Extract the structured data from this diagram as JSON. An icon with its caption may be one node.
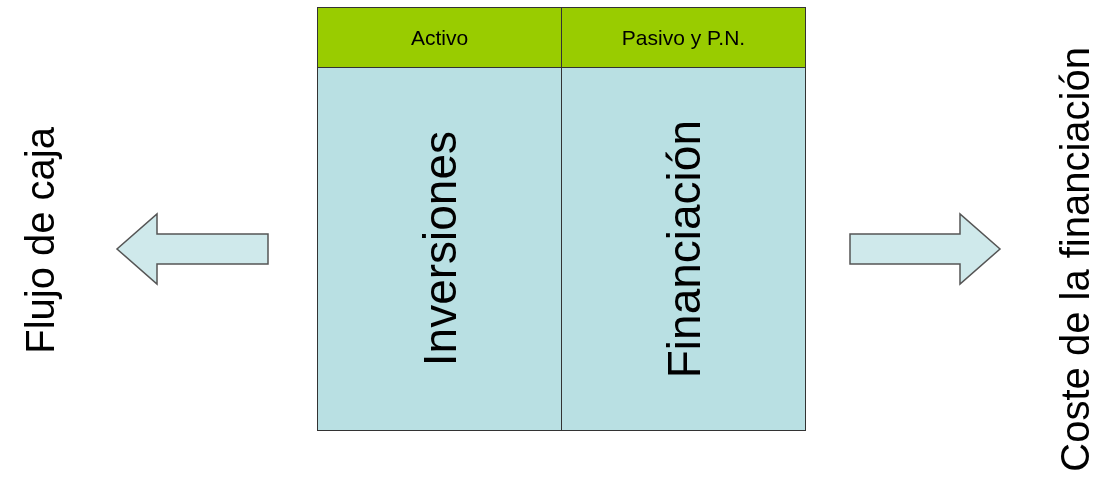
{
  "diagram": {
    "nodes": [
      {
        "text": [
          "Flujo de caja"
        ]
      },
      {
        "text": [
          "Activo",
          "Inversiones"
        ]
      },
      {
        "text": [
          "Pasivo y P.N.",
          "Financiación"
        ]
      },
      {
        "text": [
          "Coste de la financiación"
        ]
      }
    ],
    "edges": [
      {
        "from": 1,
        "to": 0,
        "arrow": "to"
      },
      {
        "from": 2,
        "to": 3,
        "arrow": "to"
      }
    ]
  }
}
